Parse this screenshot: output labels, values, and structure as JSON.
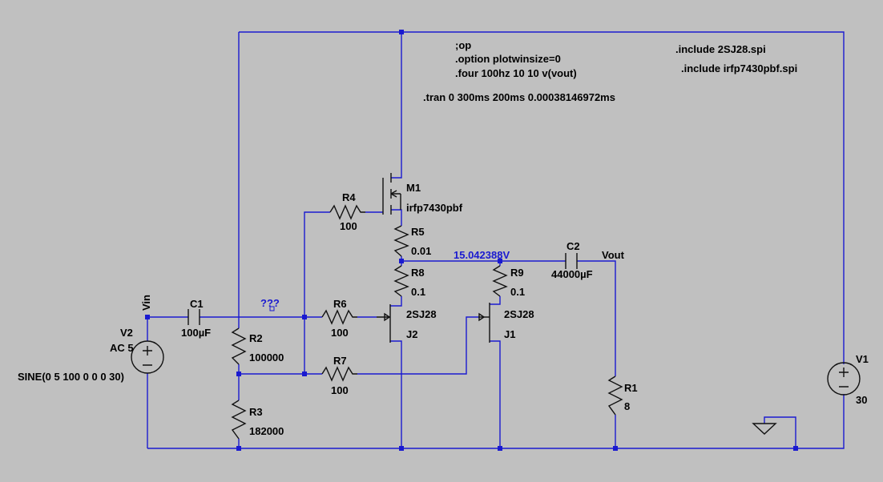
{
  "directives": {
    "op": ";op",
    "option": ".option plotwinsize=0",
    "four": ".four 100hz 10 10 v(vout)",
    "tran": ".tran 0 300ms 200ms 0.00038146972ms",
    "include1": ".include 2SJ28.spi",
    "include2": ".include irfp7430pbf.spi"
  },
  "nets": {
    "vin": "Vin",
    "vout": "Vout",
    "unknown": "???",
    "voltage_readout": "15.042388V"
  },
  "components": {
    "M1": {
      "name": "M1",
      "value": "irfp7430pbf"
    },
    "J1": {
      "name": "J1",
      "value": "2SJ28"
    },
    "J2": {
      "name": "J2",
      "value": "2SJ28"
    },
    "R1": {
      "name": "R1",
      "value": "8"
    },
    "R2": {
      "name": "R2",
      "value": "100000"
    },
    "R3": {
      "name": "R3",
      "value": "182000"
    },
    "R4": {
      "name": "R4",
      "value": "100"
    },
    "R5": {
      "name": "R5",
      "value": "0.01"
    },
    "R6": {
      "name": "R6",
      "value": "100"
    },
    "R7": {
      "name": "R7",
      "value": "100"
    },
    "R8": {
      "name": "R8",
      "value": "0.1"
    },
    "R9": {
      "name": "R9",
      "value": "0.1"
    },
    "C1": {
      "name": "C1",
      "value": "100µF"
    },
    "C2": {
      "name": "C2",
      "value": "44000µF"
    },
    "V1": {
      "name": "V1",
      "value": "30"
    },
    "V2": {
      "name": "V2",
      "value": "AC 5",
      "source": "SINE(0 5 100 0 0 0 30)"
    }
  },
  "colors": {
    "background": "#c0c0c0",
    "wire": "#1a1ad0",
    "component": "#111111"
  }
}
